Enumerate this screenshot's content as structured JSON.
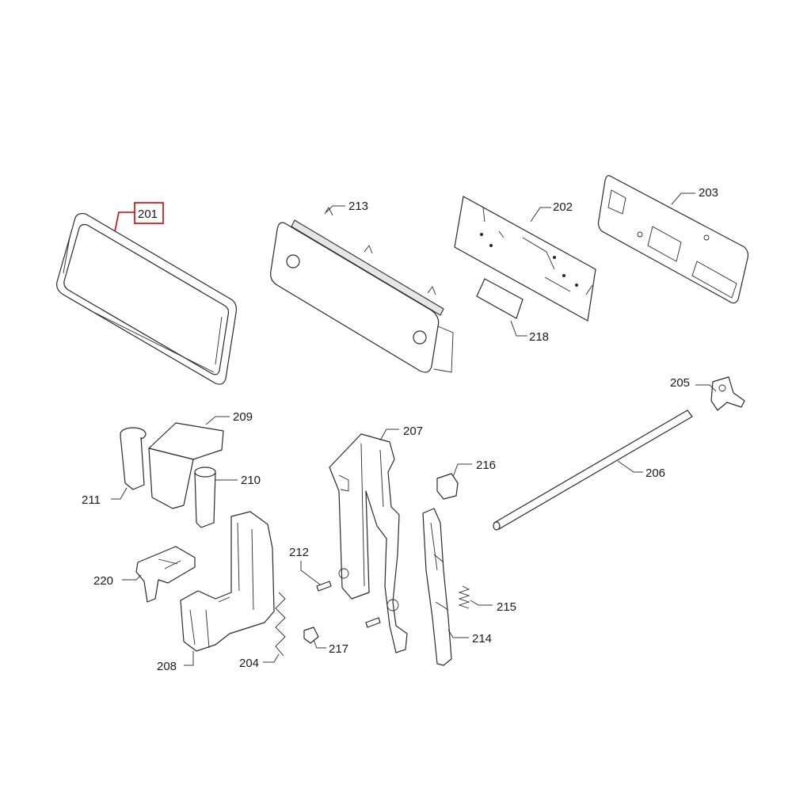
{
  "highlight_color": "#d40000",
  "highlighted_part": "201",
  "callouts": {
    "p201": "201",
    "p202": "202",
    "p203": "203",
    "p204": "204",
    "p205": "205",
    "p206": "206",
    "p207": "207",
    "p208": "208",
    "p209": "209",
    "p210": "210",
    "p211": "211",
    "p212": "212",
    "p213": "213",
    "p214": "214",
    "p215": "215",
    "p216": "216",
    "p217": "217",
    "p218": "218",
    "p220": "220"
  }
}
